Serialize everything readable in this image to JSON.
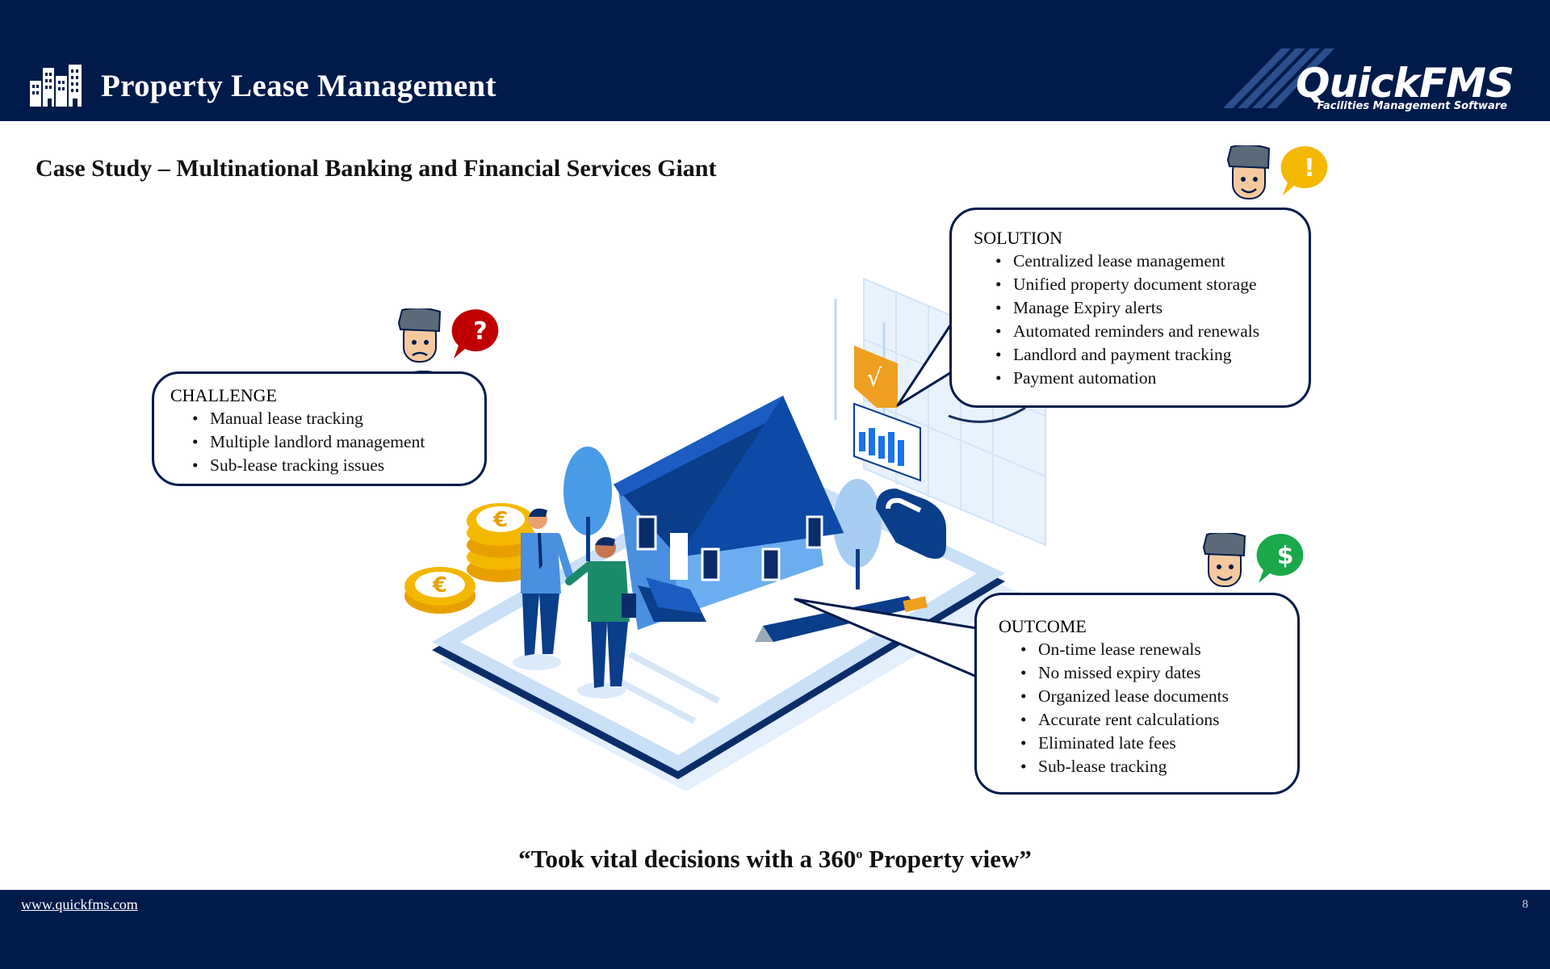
{
  "header": {
    "title": "Property Lease Management",
    "logo_name": "QuickFMS",
    "logo_tagline": "Facilities Management Software",
    "logo_color": "#ffffff",
    "background": "#001a4a"
  },
  "subtitle": "Case Study – Multinational Banking and Financial Services Giant",
  "challenge": {
    "heading": "CHALLENGE",
    "items": [
      "Manual lease tracking",
      "Multiple landlord management",
      "Sub-lease  tracking issues"
    ],
    "badge_icon": "question-icon",
    "badge_color": "#c00000"
  },
  "solution": {
    "heading": "SOLUTION",
    "items": [
      "Centralized lease management",
      "Unified property document storage",
      "Manage Expiry alerts",
      "Automated reminders and renewals",
      "Landlord and payment tracking",
      "Payment automation"
    ],
    "badge_icon": "exclamation-icon",
    "badge_color": "#f5b800"
  },
  "outcome": {
    "heading": "OUTCOME",
    "items": [
      "On-time lease renewals",
      "No missed expiry dates",
      "Organized lease documents",
      "Accurate rent calculations",
      "Eliminated late fees",
      "Sub-lease tracking"
    ],
    "badge_icon": "dollar-icon",
    "badge_color": "#1aa84a"
  },
  "quote": {
    "before": "“Took vital decisions with a 360",
    "sup": "o",
    "after": " Property view”"
  },
  "footer": {
    "link": "www.quickfms.com",
    "page_number": "8"
  },
  "badges": {
    "question": "?",
    "exclamation": "!",
    "dollar": "$",
    "euro": "€",
    "check": "√"
  }
}
